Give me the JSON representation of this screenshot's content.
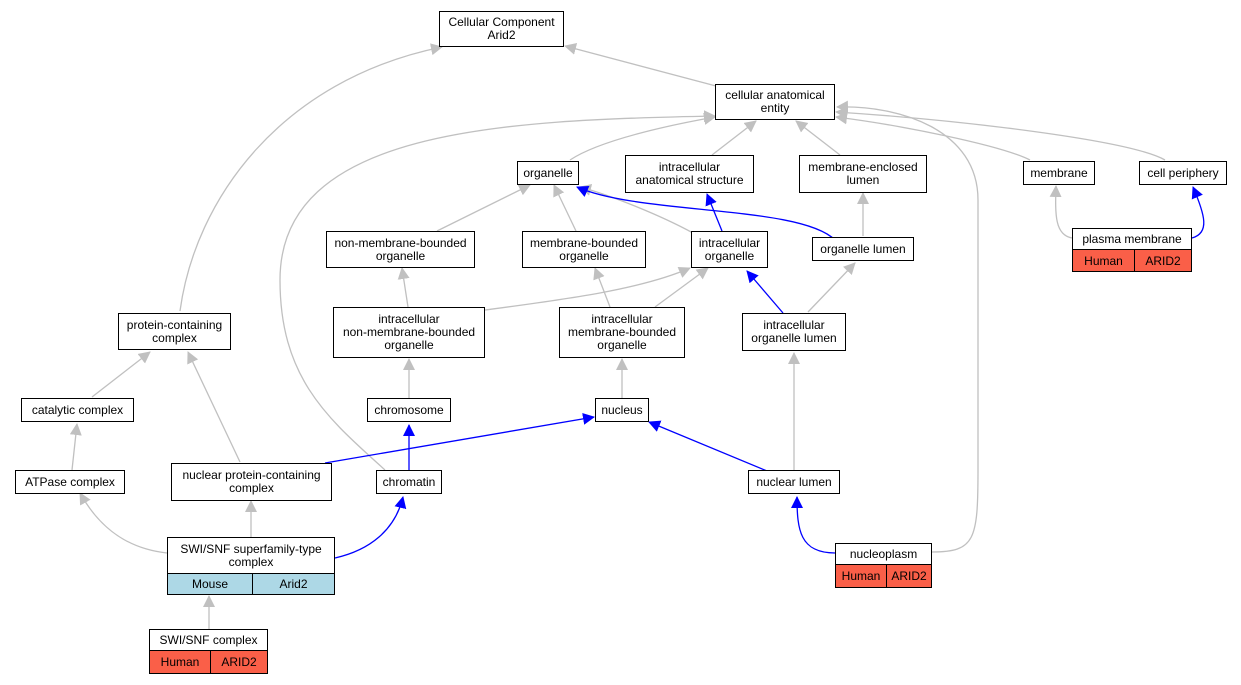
{
  "colors": {
    "edge_is_a": "#c0c0c0",
    "edge_part_of": "#0000ff",
    "human": "#fa5f48",
    "mouse": "#add8e6"
  },
  "nodes": {
    "cc": {
      "label": "Cellular Component\nArid2"
    },
    "cae": {
      "label": "cellular anatomical\nentity"
    },
    "org": {
      "label": "organelle"
    },
    "ias": {
      "label": "intracellular\nanatomical structure"
    },
    "mel": {
      "label": "membrane-enclosed\nlumen"
    },
    "mem": {
      "label": "membrane"
    },
    "cp": {
      "label": "cell periphery"
    },
    "nmbo": {
      "label": "non-membrane-bounded\norganelle"
    },
    "mbo": {
      "label": "membrane-bounded\norganelle"
    },
    "io": {
      "label": "intracellular\norganelle"
    },
    "ol": {
      "label": "organelle lumen"
    },
    "pcc": {
      "label": "protein-containing\ncomplex"
    },
    "inmbo": {
      "label": "intracellular\nnon-membrane-bounded\norganelle"
    },
    "imbo": {
      "label": "intracellular\nmembrane-bounded\norganelle"
    },
    "iol": {
      "label": "intracellular\norganelle lumen"
    },
    "catc": {
      "label": "catalytic complex"
    },
    "chrom": {
      "label": "chromosome"
    },
    "nuc": {
      "label": "nucleus"
    },
    "atp": {
      "label": "ATPase complex"
    },
    "npcc": {
      "label": "nuclear protein-containing\ncomplex"
    },
    "chromatin": {
      "label": "chromatin"
    },
    "nl": {
      "label": "nuclear lumen"
    }
  },
  "tables": {
    "pm": {
      "label": "plasma membrane",
      "species": "Human",
      "gene": "ARID2"
    },
    "swisf": {
      "label": "SWI/SNF superfamily-type\ncomplex",
      "species": "Mouse",
      "gene": "Arid2"
    },
    "np": {
      "label": "nucleoplasm",
      "species": "Human",
      "gene": "ARID2"
    },
    "swi": {
      "label": "SWI/SNF complex",
      "species": "Human",
      "gene": "ARID2"
    }
  }
}
